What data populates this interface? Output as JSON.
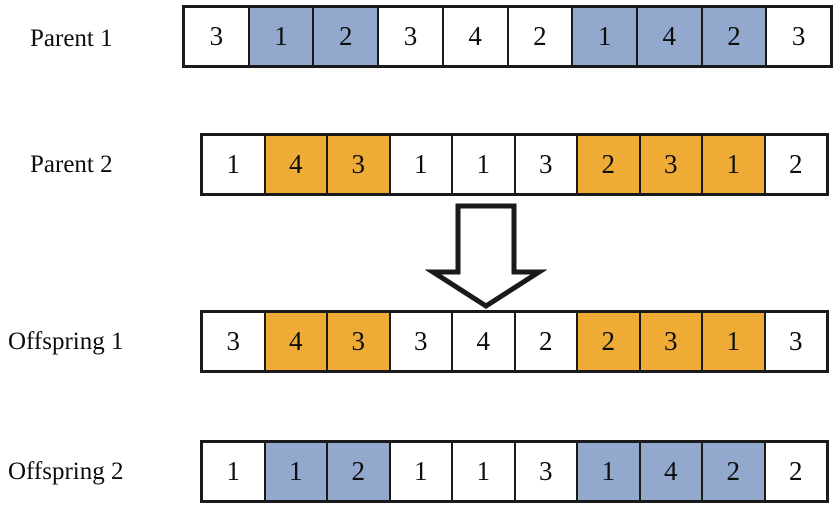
{
  "diagram": {
    "title": "crossover-operator",
    "colors": {
      "highlight_blue": "#92a8cd",
      "highlight_orange": "#eeab36",
      "border": "#1a1a1a",
      "background": "#ffffff"
    },
    "arrow": {
      "name": "down-arrow-icon",
      "direction": "down",
      "style": "outline-block-arrow"
    },
    "rows": [
      {
        "label": "Parent 1",
        "role": "parent",
        "values": [
          "3",
          "1",
          "2",
          "3",
          "4",
          "2",
          "1",
          "4",
          "2",
          "3"
        ],
        "highlight": [
          "none",
          "blue",
          "blue",
          "none",
          "none",
          "none",
          "blue",
          "blue",
          "blue",
          "none"
        ]
      },
      {
        "label": "Parent 2",
        "role": "parent",
        "values": [
          "1",
          "4",
          "3",
          "1",
          "1",
          "3",
          "2",
          "3",
          "1",
          "2"
        ],
        "highlight": [
          "none",
          "orange",
          "orange",
          "none",
          "none",
          "none",
          "orange",
          "orange",
          "orange",
          "none"
        ]
      },
      {
        "label": "Offspring 1",
        "role": "offspring",
        "values": [
          "3",
          "4",
          "3",
          "3",
          "4",
          "2",
          "2",
          "3",
          "1",
          "3"
        ],
        "highlight": [
          "none",
          "orange",
          "orange",
          "none",
          "none",
          "none",
          "orange",
          "orange",
          "orange",
          "none"
        ]
      },
      {
        "label": "Offspring 2",
        "role": "offspring",
        "values": [
          "1",
          "1",
          "2",
          "1",
          "1",
          "3",
          "1",
          "4",
          "2",
          "2"
        ],
        "highlight": [
          "none",
          "blue",
          "blue",
          "none",
          "none",
          "none",
          "blue",
          "blue",
          "blue",
          "none"
        ]
      }
    ]
  }
}
